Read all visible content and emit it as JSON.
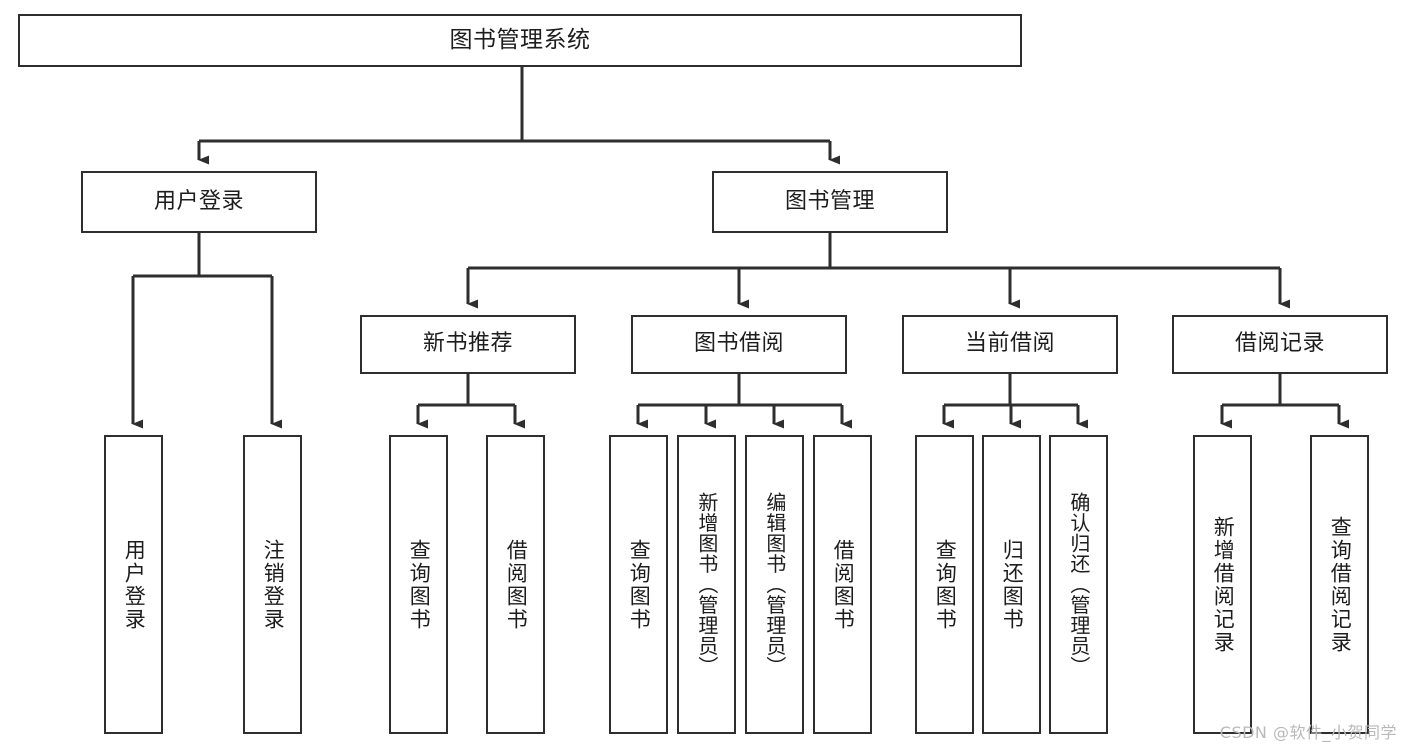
{
  "diagram": {
    "type": "tree-hierarchy",
    "title_node": "图书管理系统",
    "watermark": "CSDN @软件_小贺同学",
    "colors": {
      "stroke": "#2e2e2e",
      "box_fill": "#ffffff",
      "text": "#1d1d1d",
      "background": "#ffffff",
      "watermark": "#b9b9b9"
    },
    "nodes": {
      "root": {
        "label": "图书管理系统"
      },
      "level1": [
        {
          "label": "用户登录"
        },
        {
          "label": "图书管理"
        }
      ],
      "level2": [
        {
          "label": "新书推荐"
        },
        {
          "label": "图书借阅"
        },
        {
          "label": "当前借阅"
        },
        {
          "label": "借阅记录"
        }
      ],
      "leaves": {
        "user_login": [
          {
            "label": "用户登录"
          },
          {
            "label": "注销登录"
          }
        ],
        "new_book_recommend": [
          {
            "label": "查询图书"
          },
          {
            "label": "借阅图书"
          }
        ],
        "book_borrow": [
          {
            "label": "查询图书"
          },
          {
            "label": "新增图书（管理员）"
          },
          {
            "label": "编辑图书（管理员）"
          },
          {
            "label": "借阅图书"
          }
        ],
        "current_borrow": [
          {
            "label": "查询图书"
          },
          {
            "label": "归还图书"
          },
          {
            "label": "确认归还（管理员）"
          }
        ],
        "borrow_record": [
          {
            "label": "新增借阅记录"
          },
          {
            "label": "查询借阅记录"
          }
        ]
      }
    }
  }
}
